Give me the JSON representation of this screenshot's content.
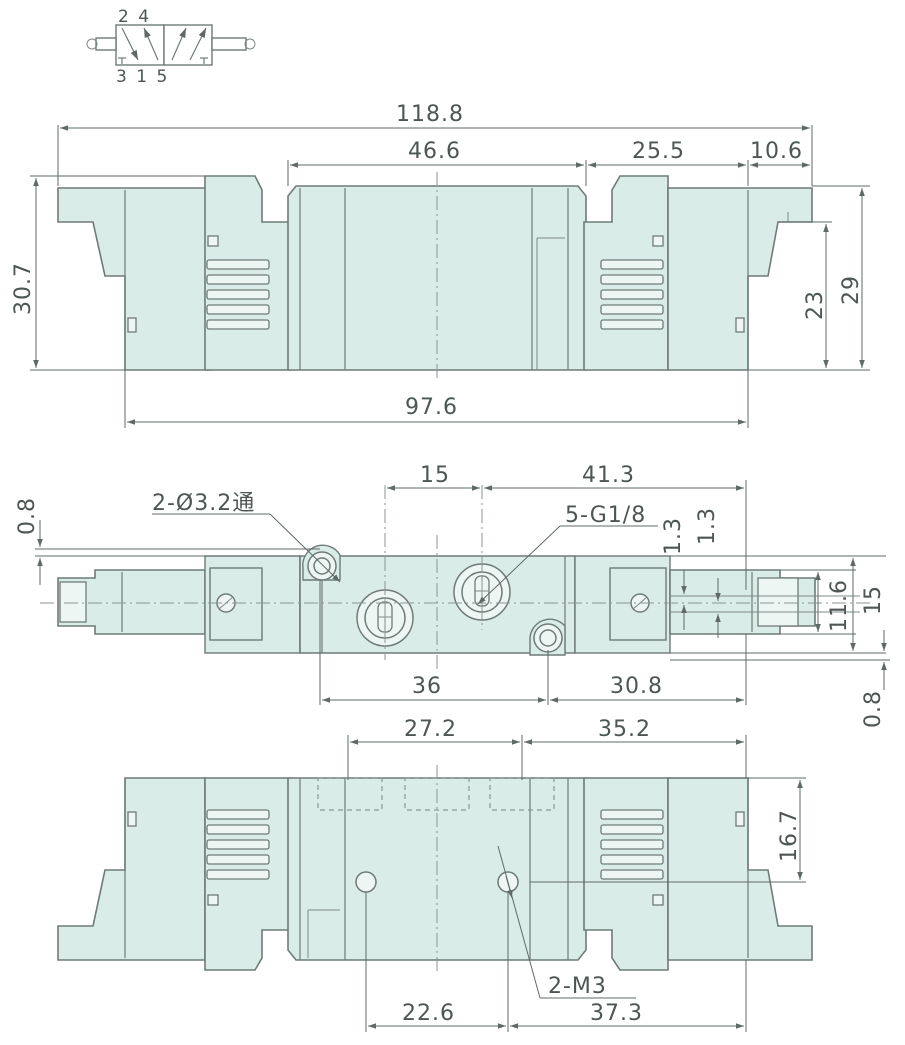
{
  "symbol": {
    "top_ports": "2 4",
    "bottom_ports": "3 1 5"
  },
  "front_view": {
    "overall_length": "118.8",
    "center_length": "46.6",
    "right_length": "25.5",
    "end_length": "10.6",
    "overall_height": "30.7",
    "body_height": "29",
    "base_height": "23",
    "base_length": "97.6"
  },
  "top_view": {
    "offset_top": "0.8",
    "hole_label": "2-Ø3.2通",
    "port_pitch": "15",
    "right_span": "41.3",
    "port_label": "5-G1/8",
    "offset_a": "1.3",
    "offset_b": "1.3",
    "inner_width": "11.6",
    "outer_width": "15",
    "hole_pitch": "36",
    "right_hole_span": "30.8",
    "offset_bottom": "0.8"
  },
  "bottom_view": {
    "port_span": "27.2",
    "right_span": "35.2",
    "height": "16.7",
    "thread_label": "2-M3",
    "thread_pitch": "22.6",
    "thread_right_span": "37.3"
  }
}
